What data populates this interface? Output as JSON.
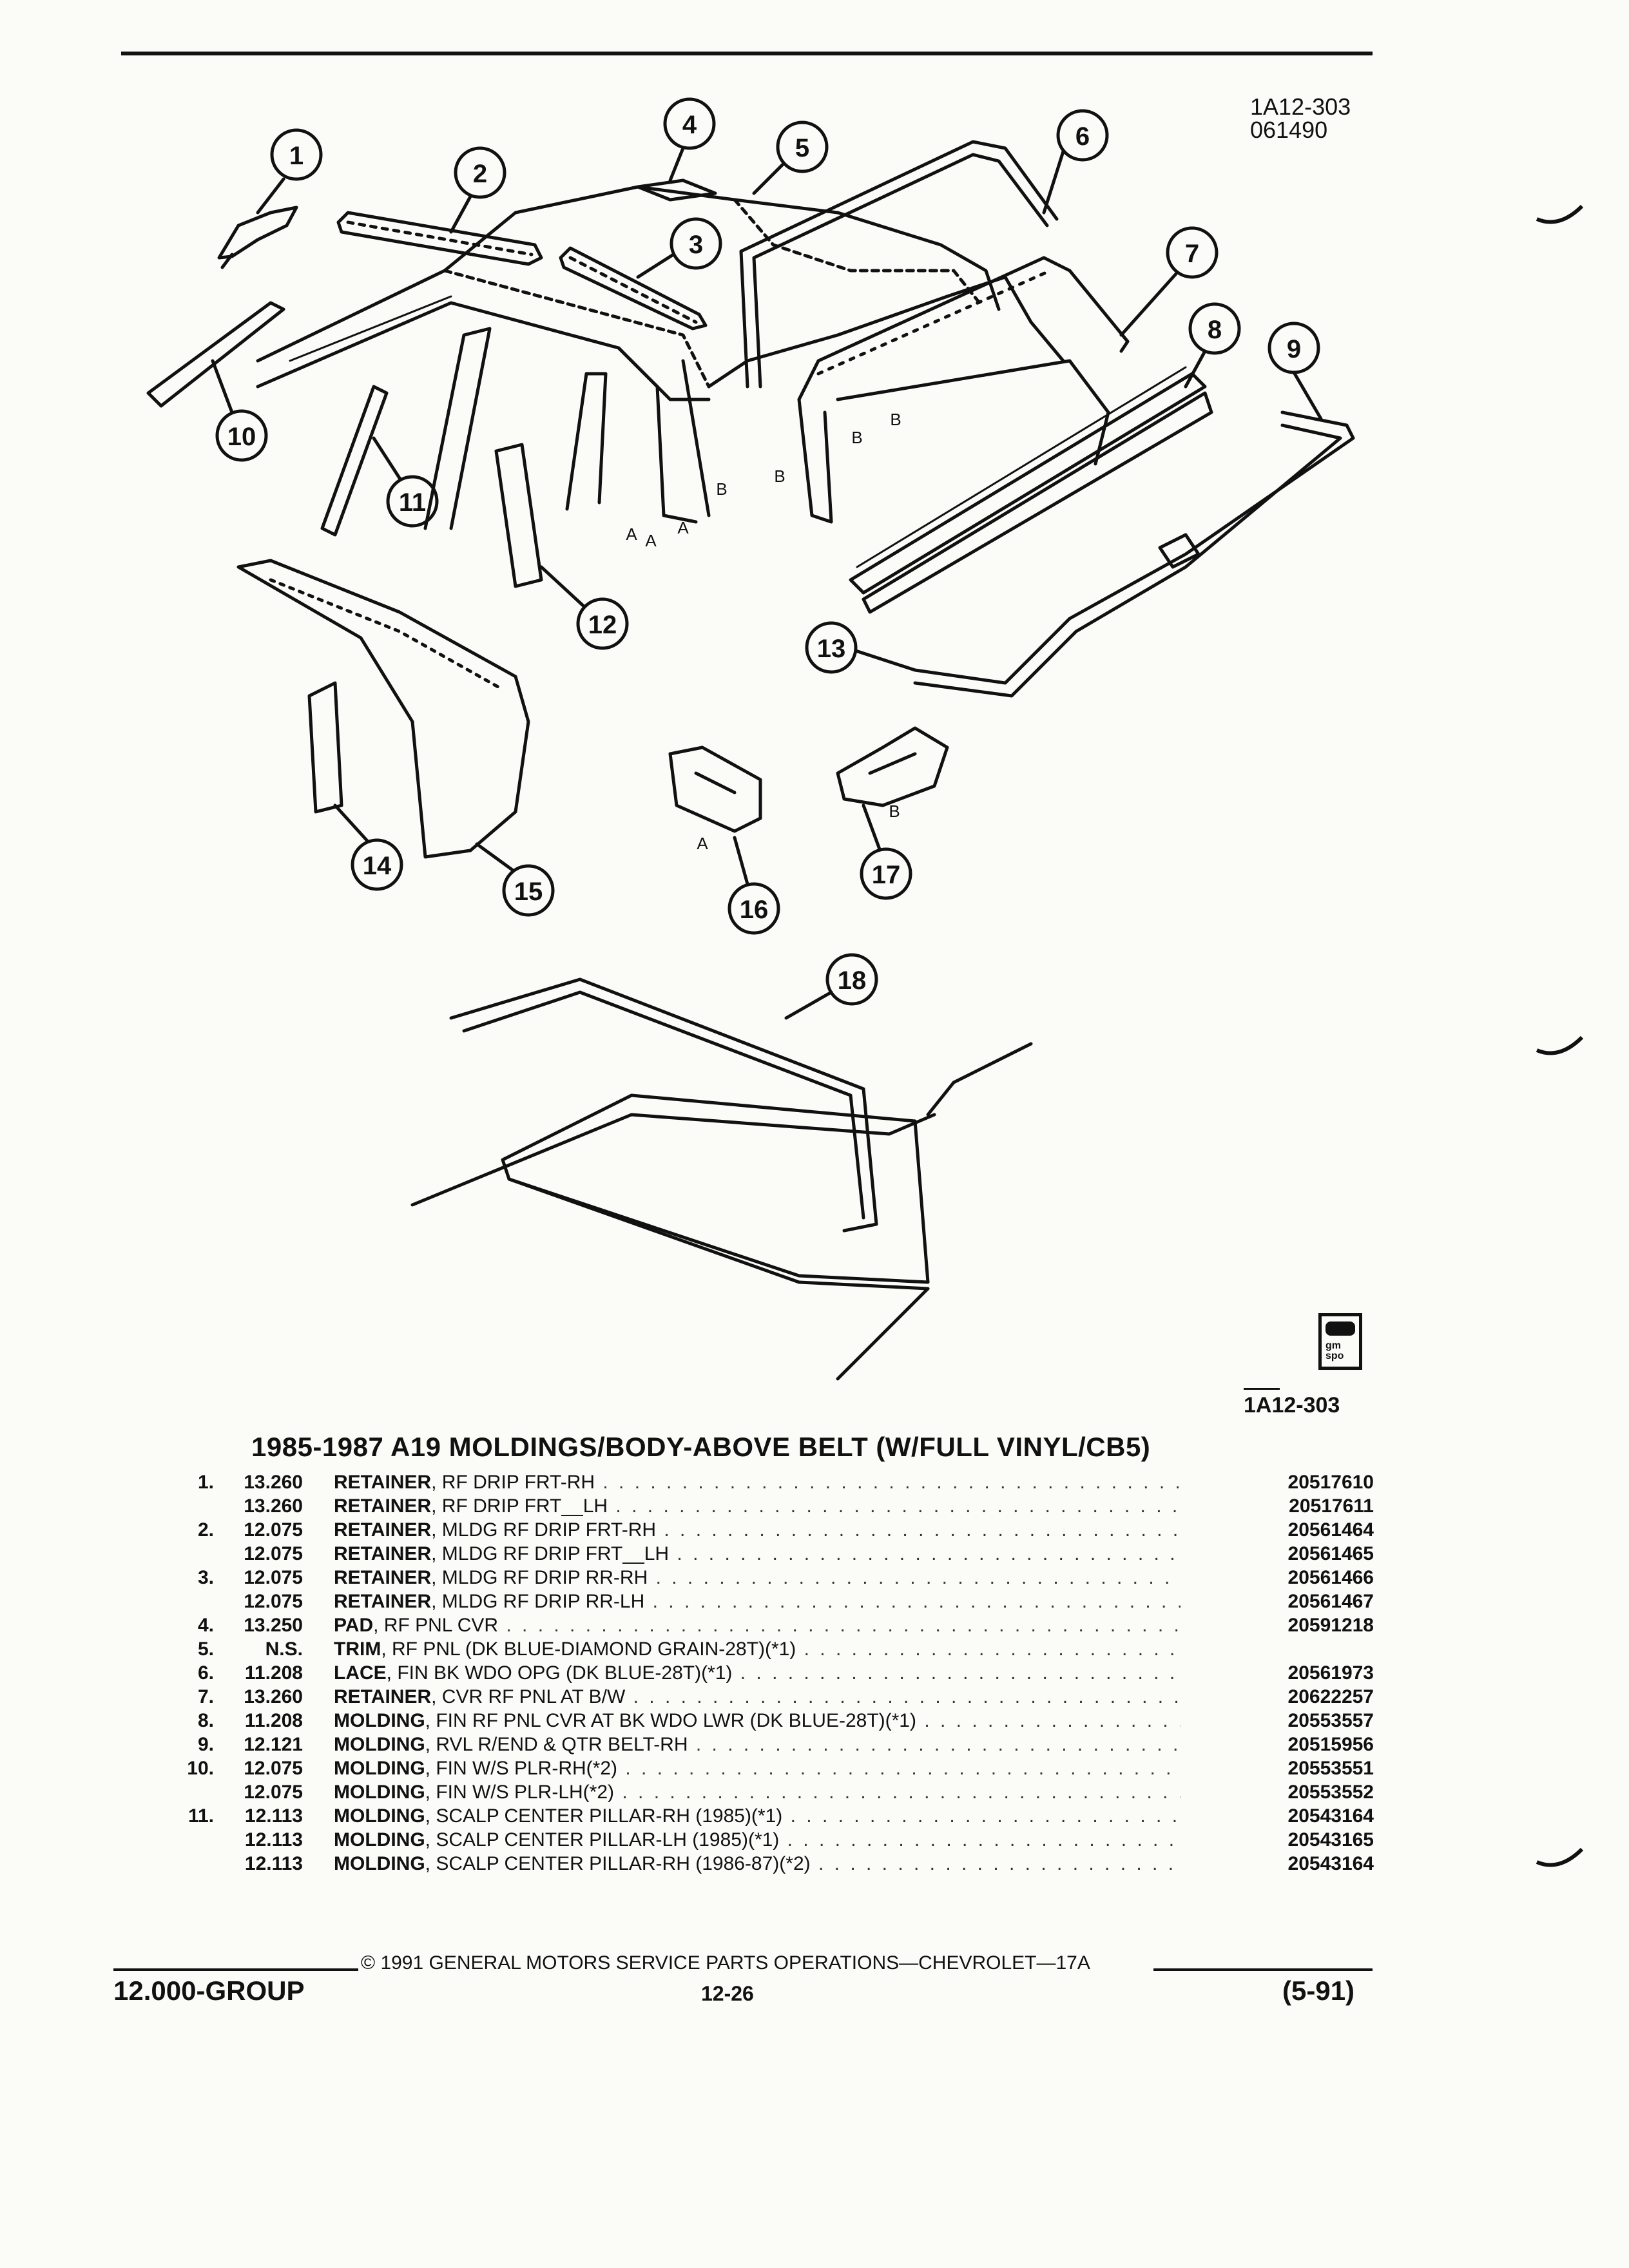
{
  "figure": {
    "id_line1": "1A12-303",
    "id_line2": "061490",
    "label": "1A12-303",
    "logo_text": "gm spo",
    "callouts": [
      "1",
      "2",
      "3",
      "4",
      "5",
      "6",
      "7",
      "8",
      "9",
      "10",
      "11",
      "12",
      "13",
      "14",
      "15",
      "16",
      "17",
      "18"
    ],
    "tags": [
      "A",
      "A",
      "A",
      "B",
      "B",
      "B",
      "B",
      "A",
      "B"
    ]
  },
  "table": {
    "title": "1985-1987 A19 MOLDINGS/BODY-ABOVE BELT (W/FULL VINYL/CB5)",
    "rows": [
      {
        "num": "1.",
        "code": "13.260",
        "name": "RETAINER",
        "rest": ", RF DRIP FRT-RH",
        "pn": "20517610"
      },
      {
        "num": "",
        "code": "13.260",
        "name": "RETAINER",
        "rest": ", RF DRIP FRT__LH",
        "pn": "20517611"
      },
      {
        "num": "2.",
        "code": "12.075",
        "name": "RETAINER",
        "rest": ", MLDG RF DRIP FRT-RH",
        "pn": "20561464"
      },
      {
        "num": "",
        "code": "12.075",
        "name": "RETAINER",
        "rest": ", MLDG RF DRIP FRT__LH",
        "pn": "20561465"
      },
      {
        "num": "3.",
        "code": "12.075",
        "name": "RETAINER",
        "rest": ", MLDG RF DRIP RR-RH",
        "pn": "20561466"
      },
      {
        "num": "",
        "code": "12.075",
        "name": "RETAINER",
        "rest": ", MLDG RF DRIP RR-LH",
        "pn": "20561467"
      },
      {
        "num": "4.",
        "code": "13.250",
        "name": "PAD",
        "rest": ", RF PNL CVR",
        "pn": "20591218"
      },
      {
        "num": "5.",
        "code": "N.S.",
        "name": "TRIM",
        "rest": ", RF PNL (DK BLUE-DIAMOND GRAIN-28T)(*1)",
        "pn": ""
      },
      {
        "num": "6.",
        "code": "11.208",
        "name": "LACE",
        "rest": ", FIN BK WDO OPG (DK BLUE-28T)(*1)",
        "pn": "20561973"
      },
      {
        "num": "7.",
        "code": "13.260",
        "name": "RETAINER",
        "rest": ", CVR RF PNL AT B/W",
        "pn": "20622257"
      },
      {
        "num": "8.",
        "code": "11.208",
        "name": "MOLDING",
        "rest": ", FIN RF PNL CVR AT BK WDO LWR (DK BLUE-28T)(*1)",
        "pn": "20553557"
      },
      {
        "num": "9.",
        "code": "12.121",
        "name": "MOLDING",
        "rest": ", RVL R/END & QTR BELT-RH",
        "pn": "20515956"
      },
      {
        "num": "10.",
        "code": "12.075",
        "name": "MOLDING",
        "rest": ", FIN W/S PLR-RH(*2)",
        "pn": "20553551"
      },
      {
        "num": "",
        "code": "12.075",
        "name": "MOLDING",
        "rest": ", FIN W/S PLR-LH(*2)",
        "pn": "20553552"
      },
      {
        "num": "11.",
        "code": "12.113",
        "name": "MOLDING",
        "rest": ", SCALP CENTER PILLAR-RH (1985)(*1)",
        "pn": "20543164"
      },
      {
        "num": "",
        "code": "12.113",
        "name": "MOLDING",
        "rest": ", SCALP CENTER PILLAR-LH (1985)(*1)",
        "pn": "20543165"
      },
      {
        "num": "",
        "code": "12.113",
        "name": "MOLDING",
        "rest": ", SCALP CENTER PILLAR-RH (1986-87)(*2)",
        "pn": "20543164"
      }
    ]
  },
  "footer": {
    "copyright": "©  1991  GENERAL MOTORS SERVICE PARTS OPERATIONS—CHEVROLET—17A",
    "group": "12.000-GROUP",
    "page": "12-26",
    "edition": "(5-91)"
  }
}
